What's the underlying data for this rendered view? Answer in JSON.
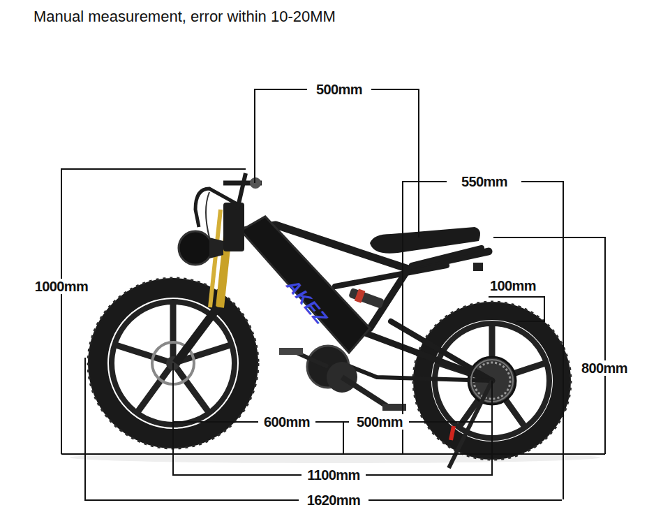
{
  "diagram": {
    "title": "Manual measurement, error within 10-20MM",
    "labels": [
      "500mm",
      "550mm",
      "1000mm",
      "100mm",
      "800mm",
      "600mm",
      "500mm",
      "1100mm",
      "1620mm",
      "AKEZ"
    ]
  }
}
